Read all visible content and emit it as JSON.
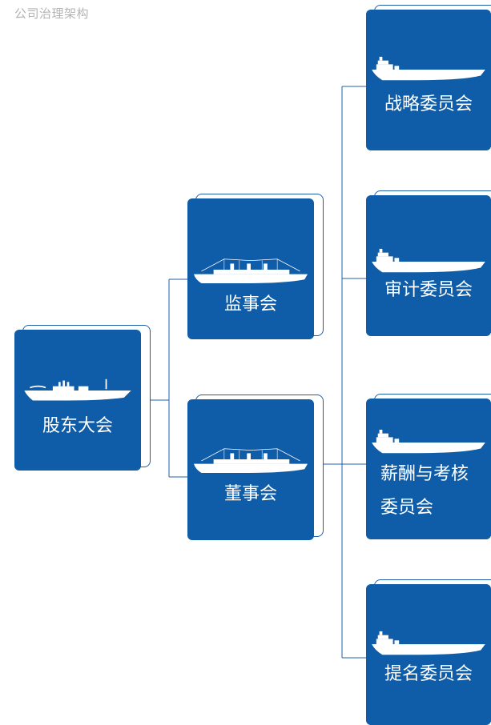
{
  "page": {
    "title": "公司治理架构"
  },
  "colors": {
    "card": "#0f5ca9",
    "line": "#1f5fa8",
    "title": "#b3b3b3"
  },
  "nodes": {
    "shareholders": {
      "label": "股东大会",
      "icon": "cargo-ship-icon"
    },
    "supervisory_board": {
      "label": "监事会",
      "icon": "ocean-liner-icon"
    },
    "board_of_directors": {
      "label": "董事会",
      "icon": "ocean-liner-icon"
    },
    "strategy_committee": {
      "label": "战略委员会",
      "icon": "tanker-icon"
    },
    "audit_committee": {
      "label": "审计委员会",
      "icon": "tanker-icon"
    },
    "remuneration_committee": {
      "label": "薪酬与考核委员会",
      "icon": "tanker-icon"
    },
    "nomination_committee": {
      "label": "提名委员会",
      "icon": "tanker-icon"
    }
  }
}
